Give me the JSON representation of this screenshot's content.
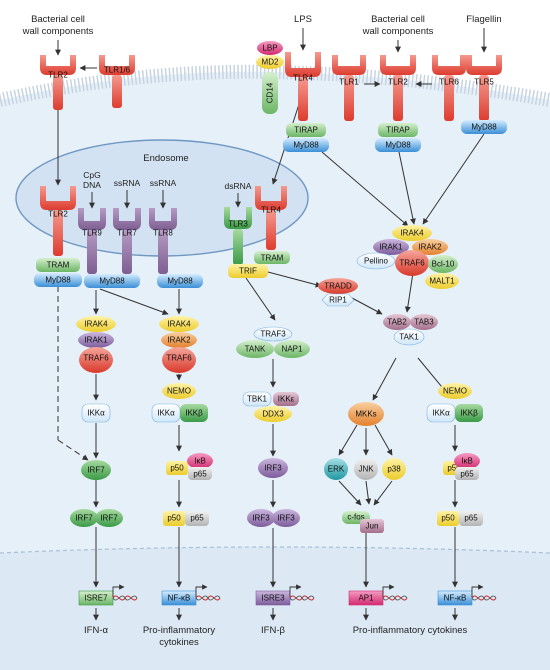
{
  "labels": {
    "bacterial_left": [
      "Bacterial cell",
      "wall components"
    ],
    "bacterial_right": [
      "Bacterial cell",
      "wall components"
    ],
    "lps": "LPS",
    "flagellin": "Flagellin",
    "endosome": "Endosome",
    "cpg": [
      "CpG",
      "DNA"
    ],
    "ssrna1": "ssRNA",
    "ssrna2": "ssRNA",
    "dsrna": "dsRNA"
  },
  "receptors": {
    "tlr2_surface": "TLR2",
    "tlr16": "TLR1/6",
    "lbp": "LBP",
    "md2": "MD2",
    "cd14": "CD14",
    "tlr4_surface": "TLR4",
    "tlr1": "TLR1",
    "tlr2_center": "TLR2",
    "tlr6": "TLR6",
    "tlr5": "TLR5",
    "tlr2_endo": "TLR2",
    "tlr9": "TLR9",
    "tlr7": "TLR7",
    "tlr8": "TLR8",
    "tlr3": "TLR3",
    "tlr4_endo": "TLR4"
  },
  "adaptors": {
    "tirap_tlr4": "TIRAP",
    "myd88_tlr4": "MyD88",
    "tirap_tlr2": "TIRAP",
    "myd88_tlr2": "MyD88",
    "myd88_tlr5": "MyD88",
    "tram_tlr2": "TRAM",
    "myd88_tlr2_endo": "MyD88",
    "myd88_tlr97": "MyD88",
    "myd88_tlr8": "MyD88",
    "tram_tlr4": "TRAM",
    "trif": "TRIF"
  },
  "nodes": {
    "irak4_top": "IRAK4",
    "irak1_top": "IRAK1",
    "irak2_top": "IRAK2",
    "pellino": "Pellino",
    "traf6_top": "TRAF6",
    "bcl10": "Bcl-10",
    "malt1": "MALT1",
    "tradd": "TRADD",
    "rip1": "RIP1",
    "tab2": "TAB2",
    "tab3": "TAB3",
    "tak1": "TAK1",
    "irak4_a": "IRAK4",
    "irak1_a": "IRAK1",
    "traf6_a": "TRAF6",
    "ikka_a": "IKKα",
    "irf7": "IRF7",
    "irf7_d1": "IRF7",
    "irf7_d2": "IRF7",
    "irak4_b": "IRAK4",
    "irak2_b": "IRAK2",
    "traf6_b": "TRAF6",
    "nemo_b": "NEMO",
    "ikka_b": "IKKα",
    "ikkb_b": "IKKβ",
    "p50_b": "p50",
    "ikb_b": "IκB",
    "p65_b": "p65",
    "p50_b2": "p50",
    "p65_b2": "p65",
    "traf3": "TRAF3",
    "tank": "TANK",
    "nap1": "NAP1",
    "tbk1": "TBK1",
    "ikke": "IKKε",
    "ddx3": "DDX3",
    "irf3": "IRF3",
    "irf3_d1": "IRF3",
    "irf3_d2": "IRF3",
    "mkks": "MKKs",
    "erk": "ERK",
    "jnk": "JNK",
    "p38": "p38",
    "cfos": "c-fos",
    "jun": "Jun",
    "nemo_r": "NEMO",
    "ikka_r": "IKKα",
    "ikkb_r": "IKKβ",
    "p50_r": "p50",
    "ikb_r": "IκB",
    "p65_r": "p65",
    "p50_r2": "p50",
    "p65_r2": "p65"
  },
  "promoters": {
    "isre7": "ISRE7",
    "nfkb1": "NF-κB",
    "isre3": "ISRE3",
    "ap1": "AP1",
    "nfkb2": "NF-κB"
  },
  "outputs": {
    "ifna": "IFN-α",
    "proinf1": [
      "Pro-inflammatory",
      "cytokines"
    ],
    "ifnb": "IFN-β",
    "proinf2": "Pro-inflammatory cytokines"
  },
  "colors": {
    "receptor_red": "#e8574a",
    "receptor_purple": "#8a6a9a",
    "adaptor_blue": "#3a8fd6",
    "adaptor_green": "#7ec07a",
    "membrane_fill": "#e3eef8",
    "endosome_fill": "#d9e6f3",
    "yellow": "#f5dc45",
    "red_node": "#e24a3b",
    "purple_node": "#8d6fa8",
    "orange_node": "#ec9a4a",
    "gray_node": "#c9c9c9",
    "teal_node": "#2aa7b1",
    "pink_node": "#e0357a"
  }
}
